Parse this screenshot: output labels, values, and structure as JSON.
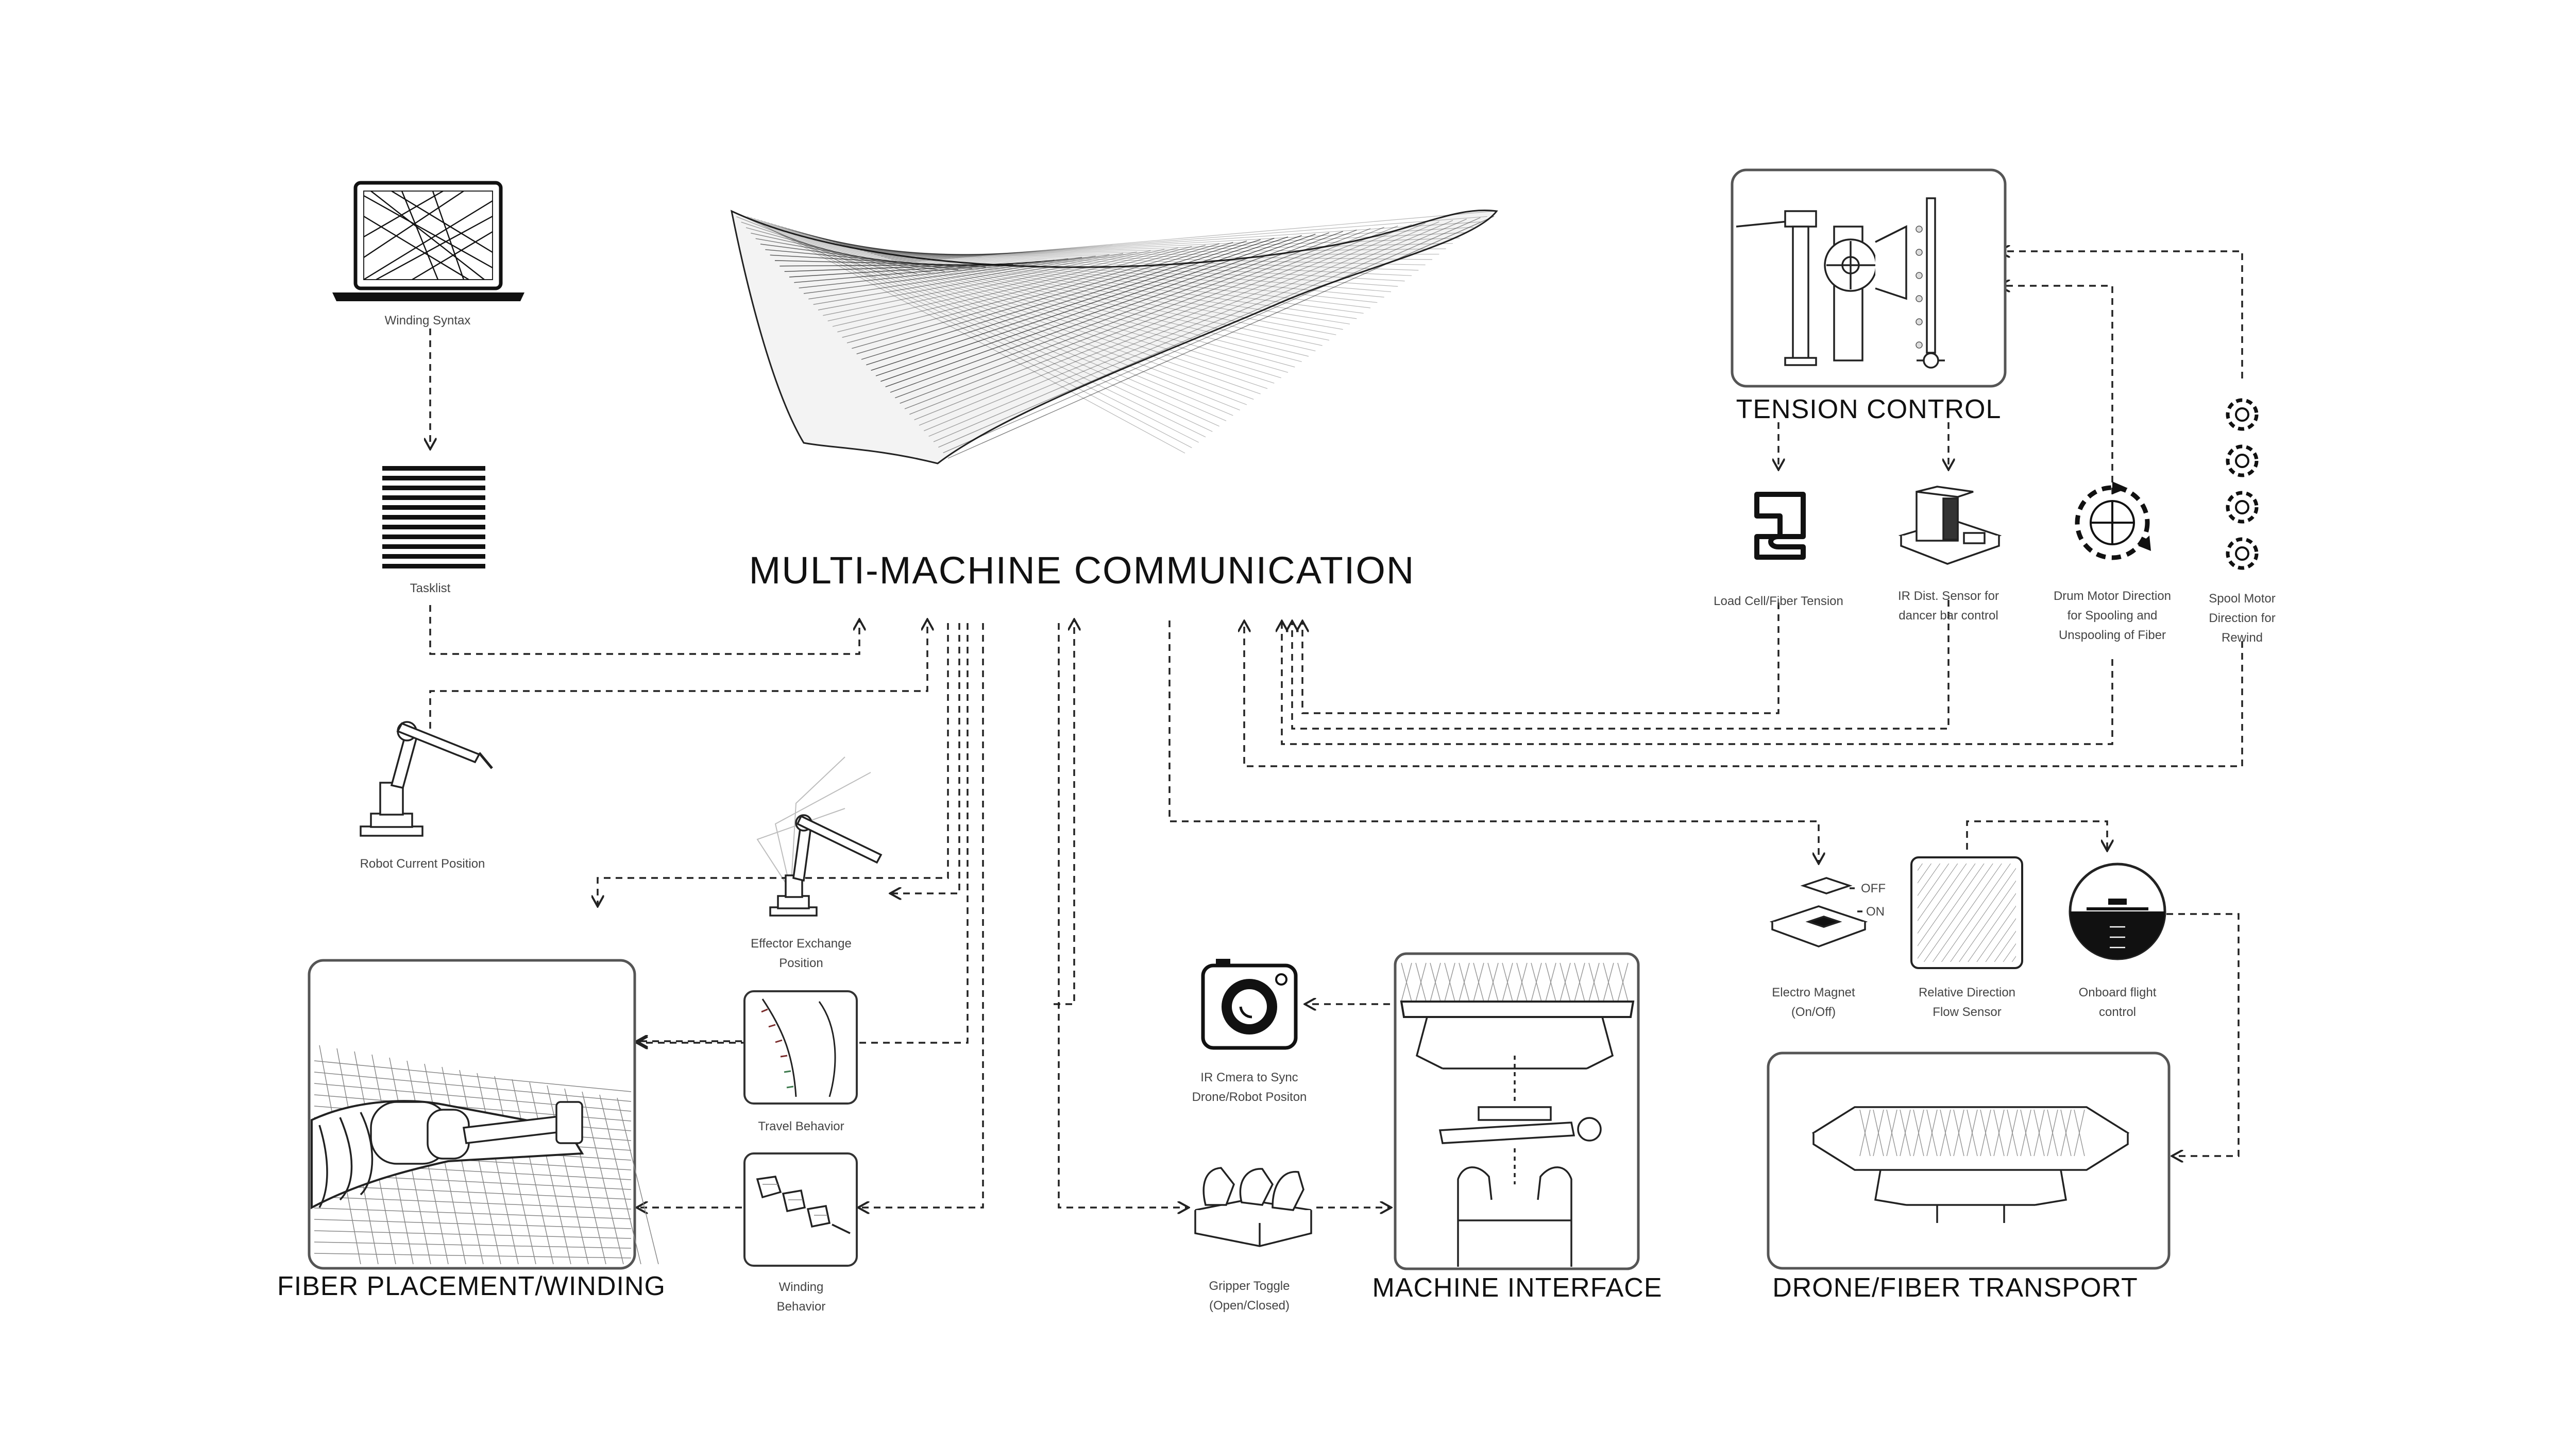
{
  "title": "MULTI-MACHINE COMMUNICATION",
  "sections": {
    "tension_control": "TENSION CONTROL",
    "fiber_placement": "FIBER PLACEMENT/WINDING",
    "machine_interface": "MACHINE INTERFACE",
    "drone_transport": "DRONE/FIBER TRANSPORT"
  },
  "nodes": {
    "winding_syntax": "Winding Syntax",
    "tasklist": "Tasklist",
    "robot_current_position": "Robot Current Position",
    "effector_exchange": [
      "Effector Exchange",
      "Position"
    ],
    "travel_behavior": "Travel Behavior",
    "winding_behavior": [
      "Winding",
      "Behavior"
    ],
    "ir_camera": [
      "IR Cmera to Sync",
      "Drone/Robot Positon"
    ],
    "gripper_toggle": [
      "Gripper Toggle",
      "(Open/Closed)"
    ],
    "load_cell": "Load Cell/Fiber Tension",
    "ir_sensor": [
      "IR Dist. Sensor for",
      "dancer bar control"
    ],
    "drum_motor": [
      "Drum Motor Direction",
      "for Spooling and",
      "Unspooling of Fiber"
    ],
    "spool_motor": [
      "Spool Motor",
      "Direction for",
      "Rewind"
    ],
    "electro_magnet": [
      "Electro Magnet",
      "(On/Off)"
    ],
    "flow_sensor": [
      "Relative Direction",
      "Flow Sensor"
    ],
    "flight_control": [
      "Onboard flight",
      "control"
    ],
    "magnet_off": "OFF",
    "magnet_on": "ON"
  }
}
